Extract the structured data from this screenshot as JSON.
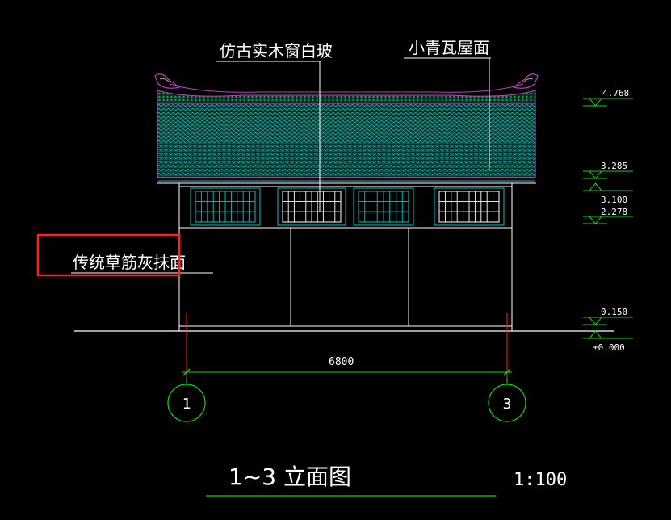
{
  "labels": {
    "window_label": "仿古实木窗白玻",
    "roof_label": "小青瓦屋面",
    "wall_label": "传统草筋灰抹面"
  },
  "elevations": [
    "4.768",
    "3.285",
    "3.100",
    "2.278",
    "0.150",
    "±0.000"
  ],
  "dimension": "6800",
  "axes": [
    "1",
    "3"
  ],
  "title": "1~3 立面图",
  "scale": "1:100",
  "colors": {
    "background": "#000000",
    "line": "#ffffff",
    "roof_tile": "#00a89a",
    "roof_outline": "#c040c0",
    "window": "#00c8c8",
    "axis_circle": "#00e000",
    "dimension_red": "#ff2020",
    "level_green": "#00e000",
    "highlight_box": "#ff2020"
  }
}
